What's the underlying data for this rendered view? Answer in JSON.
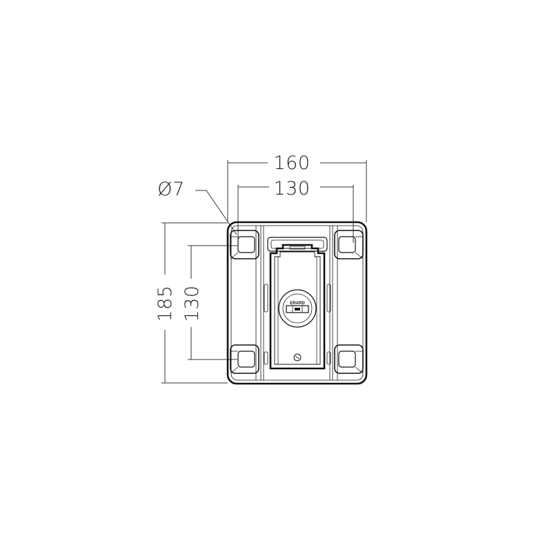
{
  "dimensions": {
    "overall_width": "160",
    "hole_spacing_width": "130",
    "hole_diameter": "Ø7",
    "overall_height": "185",
    "hole_spacing_height": "130"
  },
  "device": {
    "brand": "ERARD"
  },
  "colors": {
    "line": "#111111",
    "dimension_line": "#333333",
    "background": "#ffffff"
  }
}
